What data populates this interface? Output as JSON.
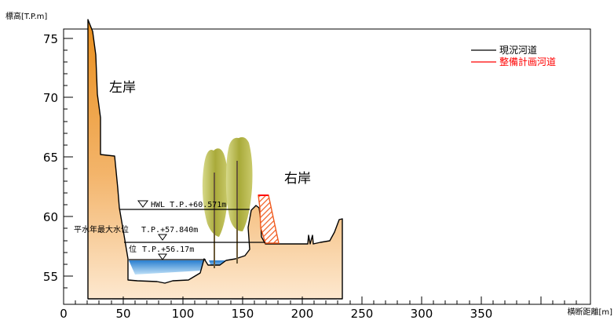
{
  "axes": {
    "y_unit_label": "標高[T.P.m]",
    "x_unit_label": "横断距離[m]",
    "y_ticks": [
      "55",
      "60",
      "65",
      "70",
      "75"
    ],
    "x_ticks": [
      "0",
      "50",
      "100",
      "150",
      "200",
      "250",
      "300",
      "350"
    ]
  },
  "bank_labels": {
    "left": "左岸",
    "right": "右岸"
  },
  "water_levels": {
    "hwl": "HWL T.P.+60.571m",
    "flood_prefix": "平水年最大水位",
    "flood_value": "T.P.+57.840m",
    "normal_prefix": "位",
    "normal_value": "T.P.+56.17m"
  },
  "legend": {
    "current": "現況河道",
    "planned": "整備計画河道",
    "current_color": "#000000",
    "planned_color": "#ff0000"
  },
  "colors": {
    "ground_top": "#e98f1e",
    "ground_bottom": "#fde8cf",
    "water_top": "#2a7fd0",
    "water_bottom": "#bfe0f7",
    "tree_fill": "#b4b542",
    "embankment": "#f05a1e"
  }
}
